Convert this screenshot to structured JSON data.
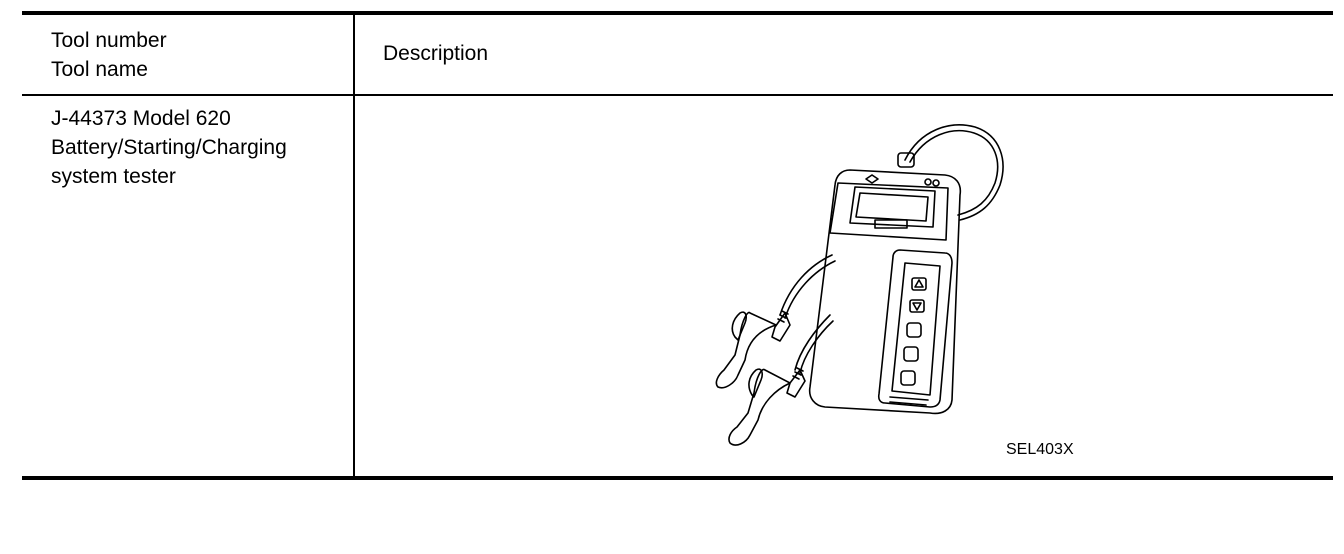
{
  "table": {
    "header": {
      "col1_line1": "Tool number",
      "col1_line2": "Tool name",
      "col2": "Description"
    },
    "rows": [
      {
        "tool_lines": [
          "J-44373 Model 620",
          "Battery/Starting/Charging",
          "system tester"
        ],
        "figure_code": "SEL403X"
      }
    ]
  }
}
